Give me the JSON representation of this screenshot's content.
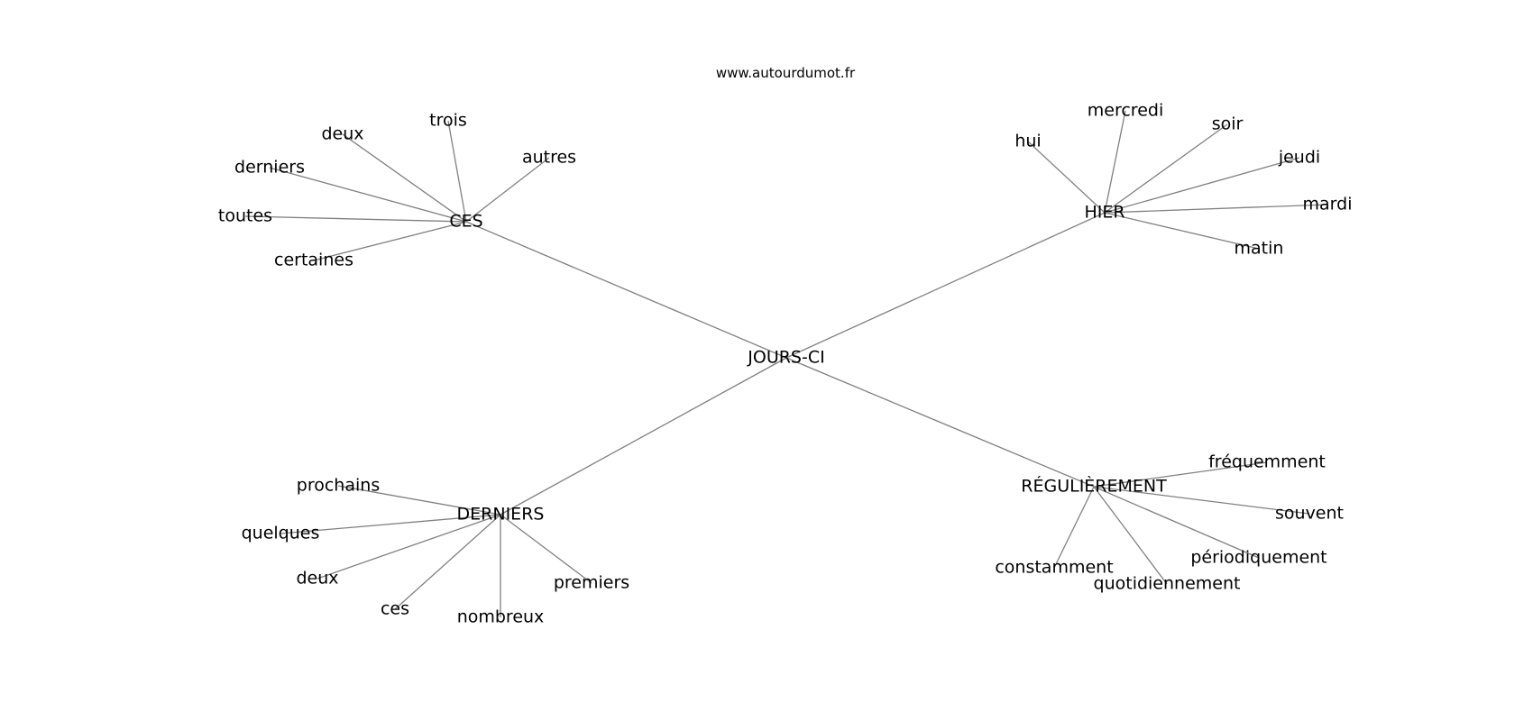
{
  "site": "www.autourdumot.fr",
  "graph": {
    "center": "JOURS-CI",
    "clusters": [
      {
        "word": "CES",
        "leaves": [
          "trois",
          "deux",
          "autres",
          "derniers",
          "toutes",
          "certaines"
        ]
      },
      {
        "word": "HIER",
        "leaves": [
          "mercredi",
          "hui",
          "soir",
          "jeudi",
          "mardi",
          "matin"
        ]
      },
      {
        "word": "DERNIERS",
        "leaves": [
          "prochains",
          "quelques",
          "deux",
          "ces",
          "nombreux",
          "premiers"
        ]
      },
      {
        "word": "RÉGULIÈREMENT",
        "leaves": [
          "fréquemment",
          "souvent",
          "périodiquement",
          "quotidiennement",
          "constamment"
        ]
      }
    ]
  }
}
